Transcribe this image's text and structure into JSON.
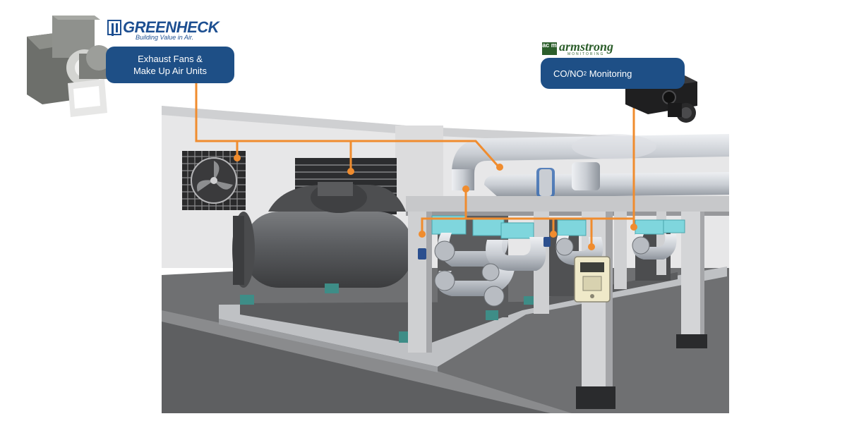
{
  "brands": {
    "greenheck": {
      "name": "GREENHECK",
      "tagline": "Building Value in Air."
    },
    "armstrong": {
      "name": "armstrong",
      "mark": "ac m",
      "subtitle": "MONITORING"
    }
  },
  "callouts": {
    "fans": {
      "line1": "Exhaust Fans &",
      "line2": "Make Up Air Units"
    },
    "monitoring": {
      "label": "CO/NO",
      "subscript": "2",
      "suffix": " Monitoring"
    }
  },
  "colors": {
    "leader_line": "#f08c2e",
    "callout_bg": "#1e4f86",
    "greenheck_blue": "#1d4f91",
    "armstrong_green": "#2c5e2b",
    "pipe": "#c9cdd3",
    "chiller": "#555759",
    "flange_teal": "#7fd6dd",
    "floor": "#6e6f71"
  }
}
